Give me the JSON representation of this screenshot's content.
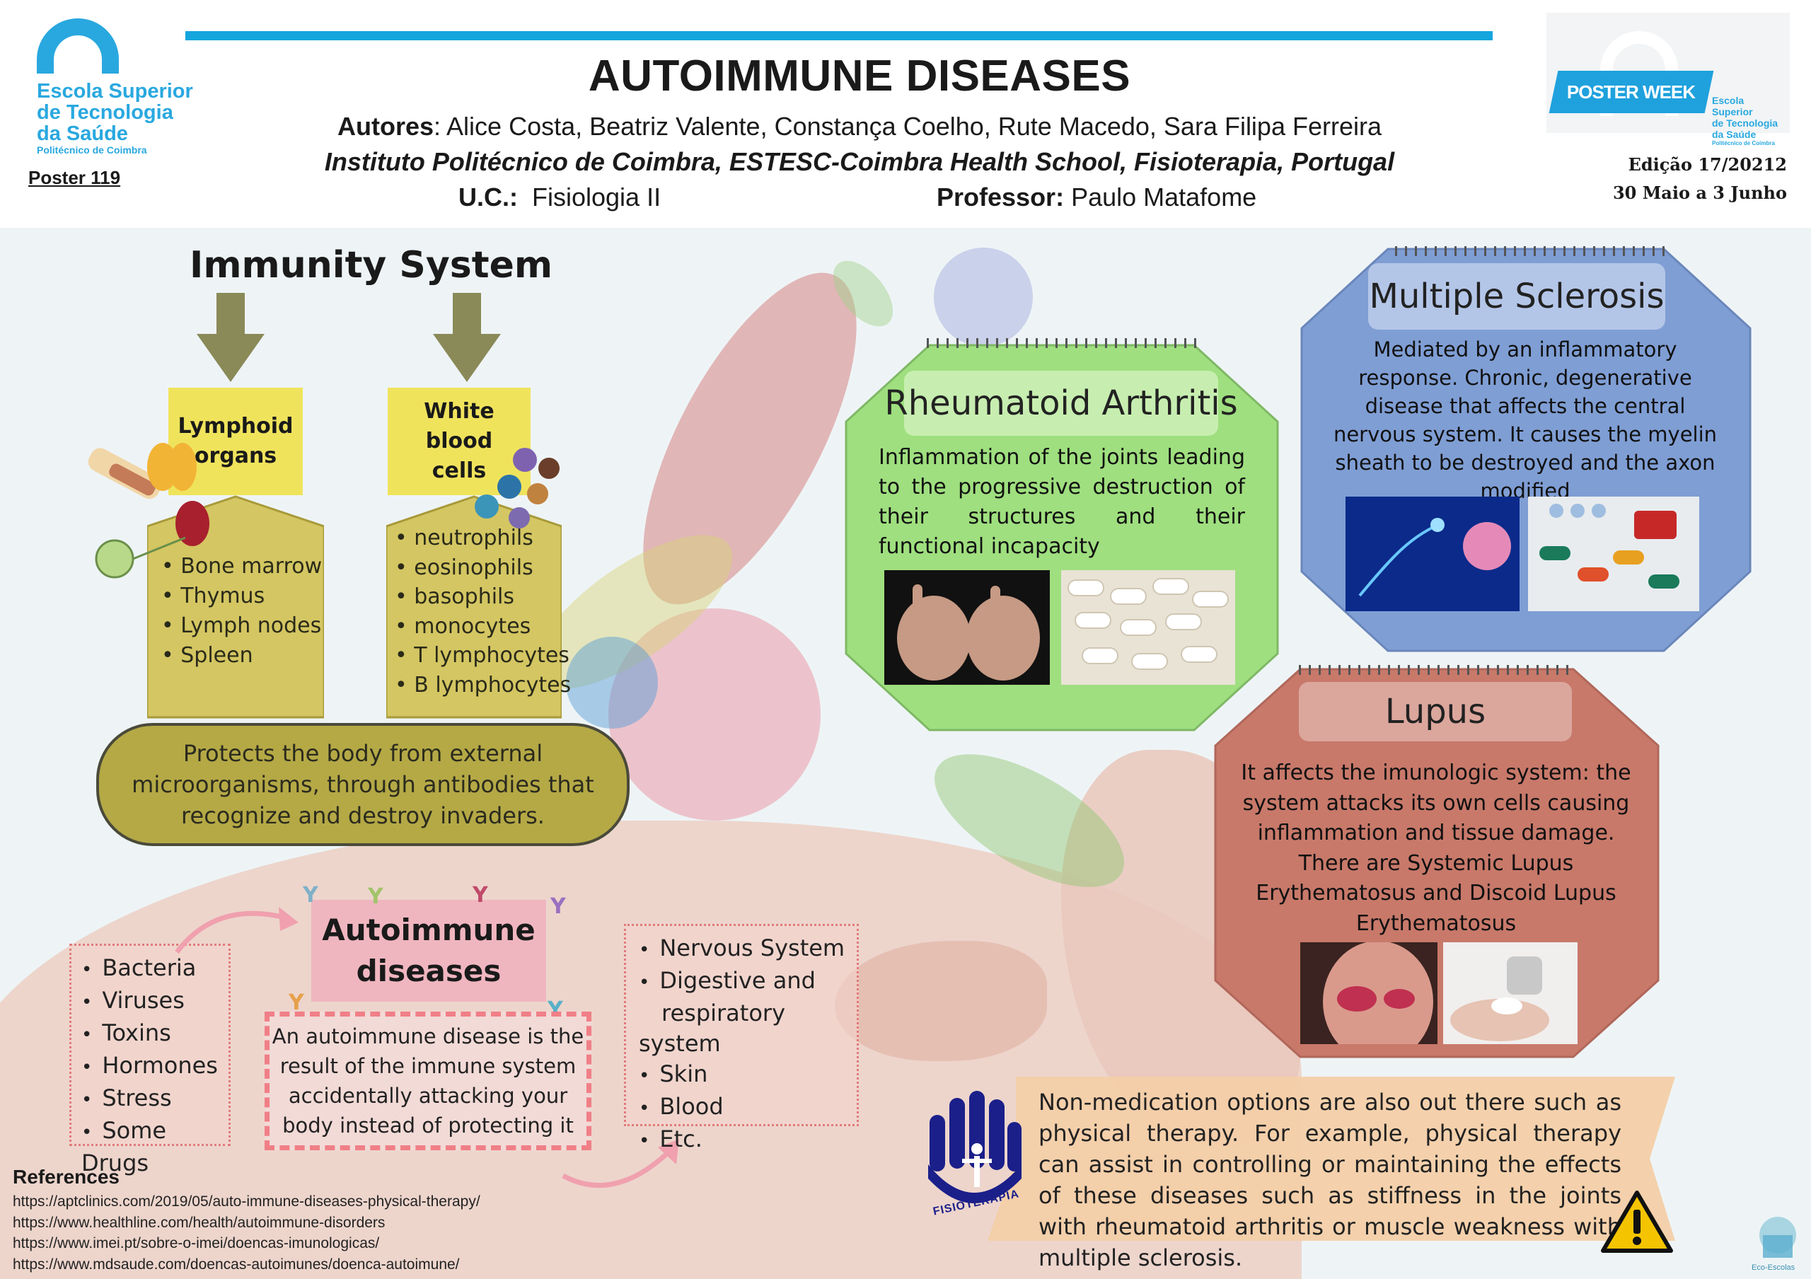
{
  "header": {
    "logo": {
      "lines": [
        "Escola Superior",
        "de Tecnologia",
        "da Saúde"
      ],
      "sub": "Politécnico de Coimbra"
    },
    "poster_number": "Poster  119",
    "title": "AUTOIMMUNE DISEASES",
    "authors_label": "Autores",
    "authors": ": Alice Costa, Beatriz Valente, Constança Coelho, Rute Macedo, Sara Filipa Ferreira",
    "institute": "Instituto Politécnico de Coimbra, ESTESC-Coimbra Health School, Fisioterapia, Portugal",
    "uc_label": "U.C.:",
    "uc_value": "  Fisiologia II",
    "professor_label": "Professor:",
    "professor_value": " Paulo Matafome",
    "poster_week": {
      "ribbon": "POSTER WEEK",
      "side": [
        "Escola Superior",
        "de Tecnologia",
        "da Saúde"
      ],
      "side_sub": "Politécnico de Coimbra"
    },
    "edition": "Edição 17/20212",
    "dates": "30 Maio a 3 Junho"
  },
  "immunity": {
    "title": "Immunity System",
    "lymphoid": {
      "title_lines": [
        "Lymphoid",
        "organs"
      ],
      "items": [
        "Bone marrow",
        "Thymus",
        "Lymph nodes",
        "Spleen"
      ]
    },
    "white_blood": {
      "title_lines": [
        "White blood",
        "cells"
      ],
      "items": [
        "neutrophils",
        "eosinophils",
        "basophils",
        "monocytes",
        "T lymphocytes",
        "B lymphocytes"
      ]
    },
    "protects_text": "Protects the body from external microorganisms, through antibodies that recognize and destroy invaders."
  },
  "autoimmune": {
    "title_lines": [
      "Autoimmune",
      "diseases"
    ],
    "causes": [
      "Bacteria",
      "Viruses",
      "Toxins",
      "Hormones",
      "Stress",
      "Some Drugs"
    ],
    "affects": [
      "Nervous System",
      "Digestive and",
      "respiratory system",
      "Skin",
      "Blood",
      "Etc."
    ],
    "description": "An autoimmune disease is the result of the immune system accidentally attacking your body instead of protecting it"
  },
  "references": {
    "title": "References",
    "items": [
      "https://aptclinics.com/2019/05/auto-immune-diseases-physical-therapy/",
      "https://www.healthline.com/health/autoimmune-disorders",
      "https://www.imei.pt/sobre-o-imei/doencas-imunologicas/",
      "https://www.mdsaude.com/doencas-autoimunes/doenca-autoimune/"
    ]
  },
  "rheumatoid": {
    "title": "Rheumatoid Arthritis",
    "text": "Inflammation of the joints leading to the progressive destruction of their structures and their functional incapacity"
  },
  "ms": {
    "title": "Multiple Sclerosis",
    "text": "Mediated by an inflammatory response. Chronic, degenerative disease that affects the central nervous system. It causes the myelin sheath to be destroyed and the axon modified"
  },
  "lupus": {
    "title": "Lupus",
    "text": "It affects the imunologic system: the system attacks its own cells causing inflammation and tissue damage. There are Systemic Lupus Erythematosus and  Discoid Lupus Erythematosus"
  },
  "physio": {
    "logo_label": "FISIOTERAPIA",
    "text": "Non-medication options are also out there such as physical therapy. For example, physical therapy can assist in controlling or maintaining the effects of these diseases such as stiffness in the joints with rheumatoid arthritis or muscle weakness with multiple sclerosis."
  },
  "eco_logo_label": "Eco-Escolas",
  "colors": {
    "accent_blue": "#14a6dd",
    "lymph_yellow": "#f0e35c",
    "rheumatoid_green": "#9fdf7f",
    "ms_blue": "#7f9ed4",
    "lupus_red": "#c8796a",
    "autoimmune_pink": "#f0b6c0",
    "banner_peach": "#f3cfa8"
  }
}
